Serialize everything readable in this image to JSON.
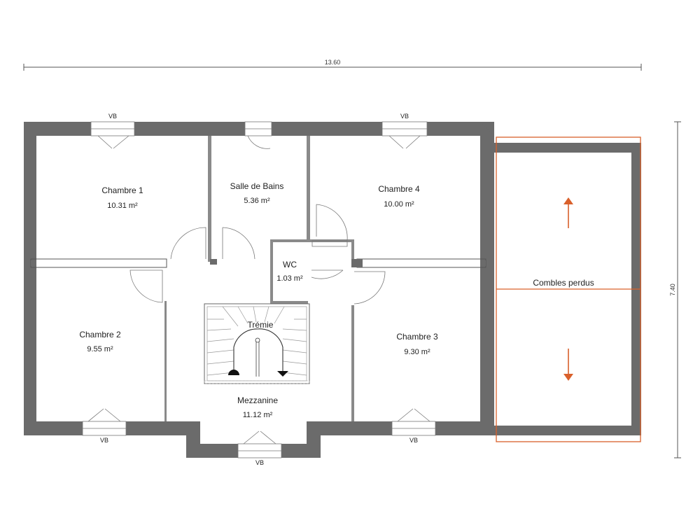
{
  "dimensions": {
    "width": "13.60",
    "height": "7.40"
  },
  "rooms": {
    "chambre1": {
      "name": "Chambre 1",
      "area": "10.31 m²"
    },
    "salle_de_bains": {
      "name": "Salle de Bains",
      "area": "5.36 m²"
    },
    "chambre4": {
      "name": "Chambre 4",
      "area": "10.00 m²"
    },
    "wc": {
      "name": "WC",
      "area": "1.03 m²"
    },
    "chambre2": {
      "name": "Chambre 2",
      "area": "9.55 m²"
    },
    "tremie": {
      "name": "Trémie"
    },
    "chambre3": {
      "name": "Chambre 3",
      "area": "9.30 m²"
    },
    "mezzanine": {
      "name": "Mezzanine",
      "area": "11.12 m²"
    },
    "combles": {
      "name": "Combles perdus"
    }
  },
  "windows": {
    "label": "VB"
  },
  "colors": {
    "wall": "#6b6b6b",
    "accent": "#d9602b"
  }
}
